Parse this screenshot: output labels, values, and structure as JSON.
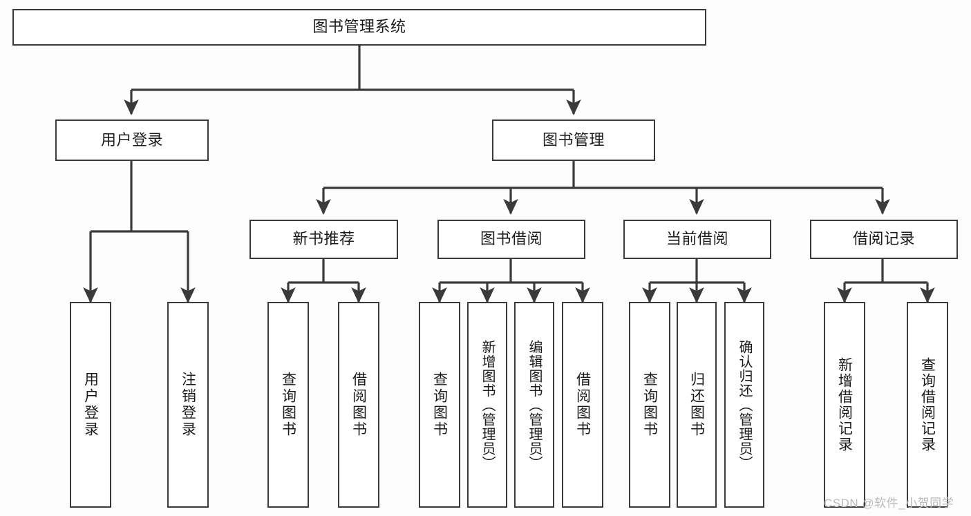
{
  "diagram": {
    "title": "图书管理系统",
    "watermark": "CSDN @软件_小贺同学",
    "colors": {
      "line": "#3a3a3a",
      "box_border": "#3a3a3a",
      "box_fill": "#ffffff",
      "text": "#1b1b1b",
      "background": "#fdfdfd",
      "watermark": "#b9b9b9"
    },
    "root": {
      "label": "图书管理系统"
    },
    "level2": [
      {
        "label": "用户登录"
      },
      {
        "label": "图书管理"
      }
    ],
    "level3": [
      {
        "label": "新书推荐"
      },
      {
        "label": "图书借阅"
      },
      {
        "label": "当前借阅"
      },
      {
        "label": "借阅记录"
      }
    ],
    "leaves": {
      "user_login": [
        {
          "label": "用户登录"
        },
        {
          "label": "注销登录"
        }
      ],
      "new_book_recommend": [
        {
          "label": "查询图书"
        },
        {
          "label": "借阅图书"
        }
      ],
      "book_borrow": [
        {
          "label": "查询图书"
        },
        {
          "label": "新增图书（管理员）"
        },
        {
          "label": "编辑图书（管理员）"
        },
        {
          "label": "借阅图书"
        }
      ],
      "current_borrow": [
        {
          "label": "查询图书"
        },
        {
          "label": "归还图书"
        },
        {
          "label": "确认归还（管理员）"
        }
      ],
      "borrow_record": [
        {
          "label": "新增借阅记录"
        },
        {
          "label": "查询借阅记录"
        }
      ]
    }
  },
  "chart_data": {
    "type": "diagram",
    "subtype": "tree-hierarchy",
    "title": "图书管理系统",
    "orientation": "top-down",
    "nodes": [
      {
        "id": "root",
        "label": "图书管理系统",
        "level": 0,
        "parent": null
      },
      {
        "id": "n-user-login",
        "label": "用户登录",
        "level": 1,
        "parent": "root"
      },
      {
        "id": "n-book-manage",
        "label": "图书管理",
        "level": 1,
        "parent": "root"
      },
      {
        "id": "n-new-book",
        "label": "新书推荐",
        "level": 2,
        "parent": "n-book-manage"
      },
      {
        "id": "n-book-borrow",
        "label": "图书借阅",
        "level": 2,
        "parent": "n-book-manage"
      },
      {
        "id": "n-current-borrow",
        "label": "当前借阅",
        "level": 2,
        "parent": "n-book-manage"
      },
      {
        "id": "n-borrow-record",
        "label": "借阅记录",
        "level": 2,
        "parent": "n-book-manage"
      },
      {
        "id": "l-login",
        "label": "用户登录",
        "level": 2,
        "parent": "n-user-login"
      },
      {
        "id": "l-logout",
        "label": "注销登录",
        "level": 2,
        "parent": "n-user-login"
      },
      {
        "id": "l-nb-query",
        "label": "查询图书",
        "level": 3,
        "parent": "n-new-book"
      },
      {
        "id": "l-nb-borrow",
        "label": "借阅图书",
        "level": 3,
        "parent": "n-new-book"
      },
      {
        "id": "l-bb-query",
        "label": "查询图书",
        "level": 3,
        "parent": "n-book-borrow"
      },
      {
        "id": "l-bb-add",
        "label": "新增图书（管理员）",
        "level": 3,
        "parent": "n-book-borrow"
      },
      {
        "id": "l-bb-edit",
        "label": "编辑图书（管理员）",
        "level": 3,
        "parent": "n-book-borrow"
      },
      {
        "id": "l-bb-borrow",
        "label": "借阅图书",
        "level": 3,
        "parent": "n-book-borrow"
      },
      {
        "id": "l-cb-query",
        "label": "查询图书",
        "level": 3,
        "parent": "n-current-borrow"
      },
      {
        "id": "l-cb-return",
        "label": "归还图书",
        "level": 3,
        "parent": "n-current-borrow"
      },
      {
        "id": "l-cb-confirm",
        "label": "确认归还（管理员）",
        "level": 3,
        "parent": "n-current-borrow"
      },
      {
        "id": "l-br-add",
        "label": "新增借阅记录",
        "level": 3,
        "parent": "n-borrow-record"
      },
      {
        "id": "l-br-query",
        "label": "查询借阅记录",
        "level": 3,
        "parent": "n-borrow-record"
      }
    ],
    "edge_style": "orthogonal-arrow",
    "node_count": 20,
    "depth": 4
  }
}
